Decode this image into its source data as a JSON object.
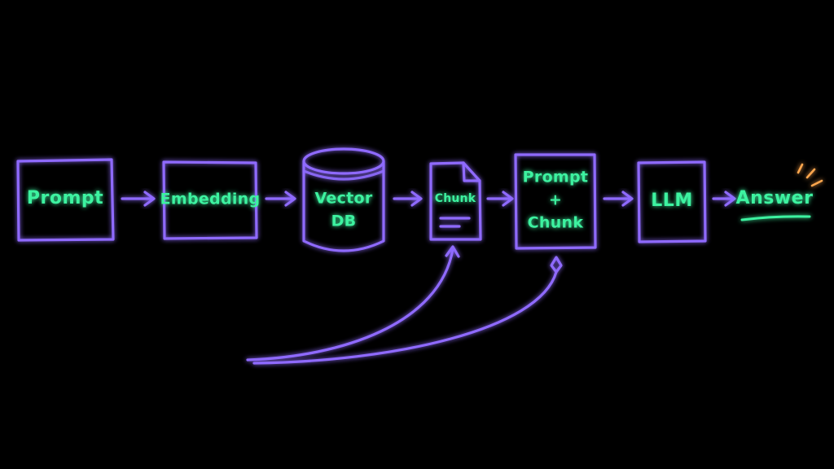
{
  "nodes": {
    "prompt": "Prompt",
    "embedding": "Embedding",
    "vector_db_line1": "Vector",
    "vector_db_line2": "DB",
    "chunk": "Chunk",
    "prompt_chunk_line1": "Prompt",
    "prompt_chunk_line2": "+",
    "prompt_chunk_line3": "Chunk",
    "llm": "LLM",
    "answer": "Answer"
  },
  "colors": {
    "background": "#000000",
    "stroke": "#8f6bff",
    "text": "#3df2a0",
    "accent": "#ffa64d"
  }
}
